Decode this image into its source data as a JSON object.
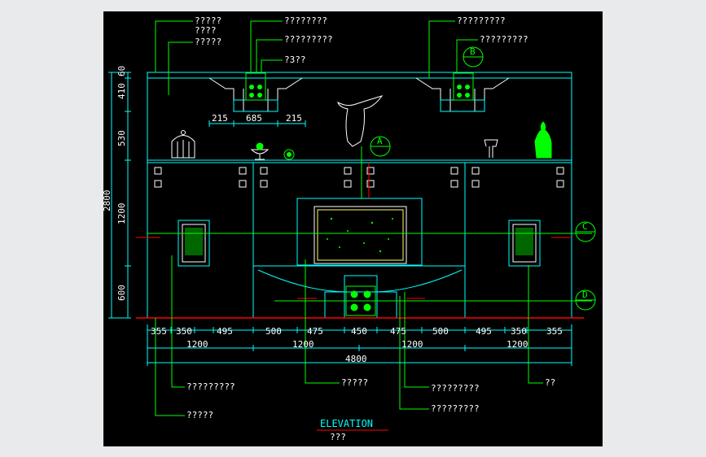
{
  "drawing": {
    "title": "ELEVATION",
    "subtitle": "???",
    "background": "#000000",
    "colors": {
      "outline": "#00ffff",
      "leader": "#00ff00",
      "section": "#ff0000",
      "text": "#ffffff"
    }
  },
  "callouts": {
    "top_left": [
      "?????",
      "????",
      "?????"
    ],
    "top_center": [
      "????????",
      "?????????",
      "?3??"
    ],
    "top_right": [
      "?????????",
      "?????????"
    ],
    "bottom": [
      "?????????",
      "?????",
      "?????????",
      "??",
      "?????????",
      "?????"
    ]
  },
  "section_marks": {
    "a": "A",
    "b": "B",
    "c": "C",
    "d": "D"
  },
  "dims_top": [
    "215",
    "685",
    "215"
  ],
  "dims_left": [
    "410",
    "60",
    "530",
    "2800",
    "1200",
    "600"
  ],
  "dims_bottom_row1": [
    "355",
    "350",
    "495",
    "500",
    "475",
    "450",
    "475",
    "500",
    "495",
    "350",
    "355"
  ],
  "dims_bottom_row2": [
    "1200",
    "1200",
    "1200",
    "1200"
  ],
  "dims_bottom_total": "4800"
}
